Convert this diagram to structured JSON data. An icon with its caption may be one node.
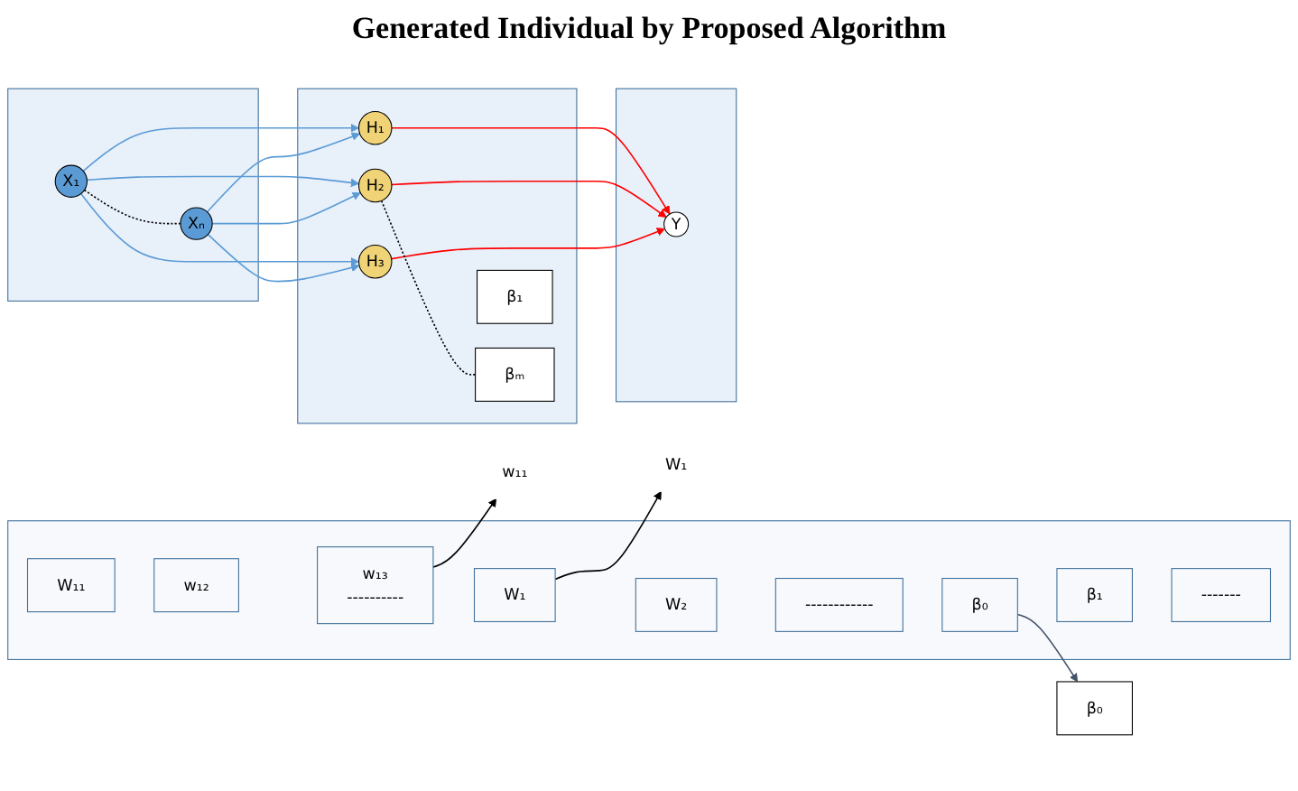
{
  "diagram": {
    "title": "Generated Individual by Proposed Algorithm",
    "nodes": [
      {
        "text": [],
        "shape": "box"
      },
      {
        "text": [
          "W₁₁"
        ],
        "in": 0
      },
      {
        "text": [
          "w₁₂"
        ],
        "in": 0
      },
      {
        "text": [
          "w₁₃",
          "----------"
        ],
        "in": 0
      },
      {
        "text": [
          "W₁"
        ],
        "in": 0
      },
      {
        "text": [
          "W₂"
        ],
        "in": 0
      },
      {
        "text": [
          "------------"
        ],
        "in": 0
      },
      {
        "text": [
          "β₀"
        ],
        "in": 0
      },
      {
        "text": [
          "β₁"
        ],
        "in": 0
      },
      {
        "text": [
          "-------"
        ],
        "in": 0
      },
      {
        "text": [],
        "shape": "box"
      },
      {
        "text": [
          "X₁"
        ],
        "in": 10
      },
      {
        "text": [
          "Xₙ"
        ],
        "in": 10
      },
      {
        "text": [
          "β₀"
        ]
      },
      {
        "text": [],
        "shape": "box"
      },
      {
        "text": [
          "H₁"
        ],
        "in": 14
      },
      {
        "text": [
          "β₁"
        ],
        "in": 14
      },
      {
        "text": [
          "H₂"
        ],
        "in": 14
      },
      {
        "text": [
          "βₘ"
        ],
        "in": 14
      },
      {
        "text": [
          "H₃"
        ],
        "in": 14
      },
      {
        "text": [],
        "shape": "box"
      },
      {
        "text": [
          "Y"
        ],
        "in": 20
      },
      {
        "text": [
          "w₁₁"
        ]
      },
      {
        "text": [
          "W₁"
        ]
      }
    ],
    "edges": [
      {
        "from": 11,
        "to": 15,
        "arrow": "to"
      },
      {
        "from": 11,
        "to": 17,
        "arrow": "to"
      },
      {
        "from": 11,
        "to": 19,
        "arrow": "to"
      },
      {
        "from": 12,
        "to": 15,
        "arrow": "to"
      },
      {
        "from": 12,
        "to": 17,
        "arrow": "to"
      },
      {
        "from": 12,
        "to": 19,
        "arrow": "to"
      },
      {
        "from": 15,
        "to": 21,
        "arrow": "to",
        "color": "#ff0000"
      },
      {
        "from": 17,
        "to": 21,
        "arrow": "to",
        "color": "#ff0000"
      },
      {
        "from": 19,
        "to": 21,
        "arrow": "to",
        "color": "#ff0000"
      },
      {
        "from": 11,
        "to": 12,
        "arrow": "none",
        "style": "dashed",
        "color": "#000000"
      },
      {
        "from": 17,
        "to": 18,
        "arrow": "none",
        "style": "dashed",
        "color": "#000000"
      },
      {
        "from": 3,
        "to": 22,
        "arrow": "to",
        "color": "#000000"
      },
      {
        "from": 4,
        "to": 23,
        "arrow": "to",
        "color": "#000000"
      },
      {
        "from": 7,
        "to": 13,
        "arrow": "to",
        "color": "#44546a"
      }
    ]
  }
}
